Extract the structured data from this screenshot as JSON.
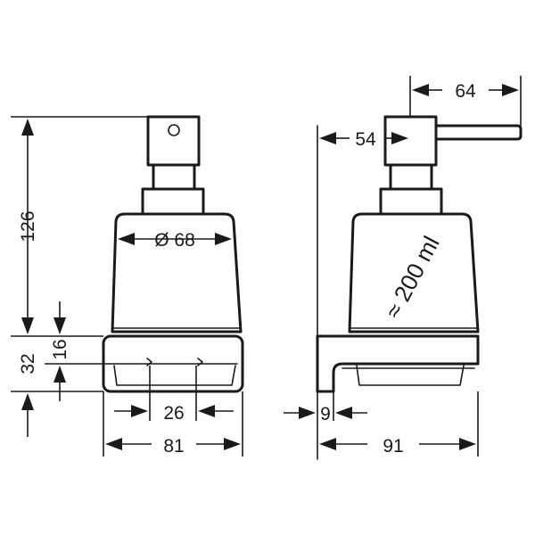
{
  "dimensions": {
    "height_total": "126",
    "height_tray": "32",
    "height_glass_offset": "16",
    "diameter": "Ø 68",
    "width_dish": "26",
    "width_front": "81",
    "depth_total": "91",
    "wall_gap": "9",
    "spout_offset": "54",
    "spout_length": "64"
  },
  "capacity_label": "≈ 200 ml"
}
